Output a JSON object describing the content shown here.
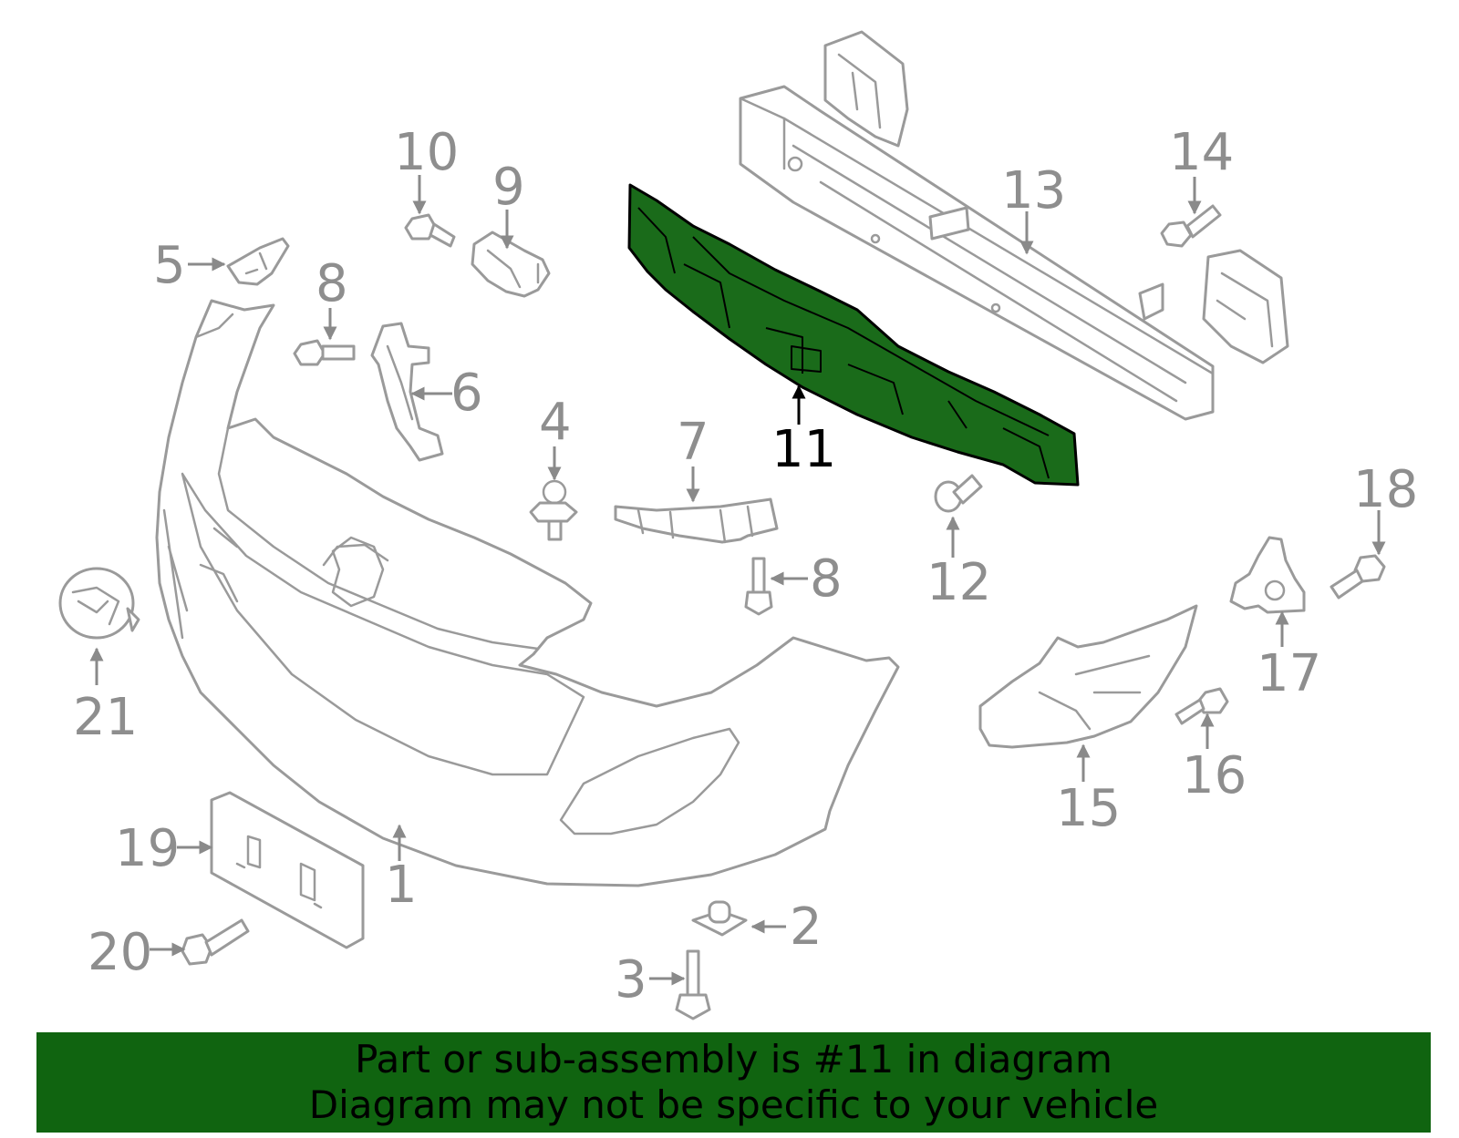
{
  "diagram": {
    "highlighted_part": "11",
    "highlight_color": "#1a6b1a",
    "banner_color": "#106410",
    "callouts": [
      {
        "id": "c1",
        "label": "1"
      },
      {
        "id": "c2",
        "label": "2"
      },
      {
        "id": "c3",
        "label": "3"
      },
      {
        "id": "c4",
        "label": "4"
      },
      {
        "id": "c5",
        "label": "5"
      },
      {
        "id": "c6",
        "label": "6"
      },
      {
        "id": "c7",
        "label": "7"
      },
      {
        "id": "c8a",
        "label": "8"
      },
      {
        "id": "c8b",
        "label": "8"
      },
      {
        "id": "c9",
        "label": "9"
      },
      {
        "id": "c10",
        "label": "10"
      },
      {
        "id": "c11",
        "label": "11"
      },
      {
        "id": "c12",
        "label": "12"
      },
      {
        "id": "c13",
        "label": "13"
      },
      {
        "id": "c14",
        "label": "14"
      },
      {
        "id": "c15",
        "label": "15"
      },
      {
        "id": "c16",
        "label": "16"
      },
      {
        "id": "c17",
        "label": "17"
      },
      {
        "id": "c18",
        "label": "18"
      },
      {
        "id": "c19",
        "label": "19"
      },
      {
        "id": "c20",
        "label": "20"
      },
      {
        "id": "c21",
        "label": "21"
      }
    ]
  },
  "banner": {
    "line1": "Part or sub-assembly is #11 in diagram",
    "line2": "Diagram may not be specific to your vehicle"
  }
}
